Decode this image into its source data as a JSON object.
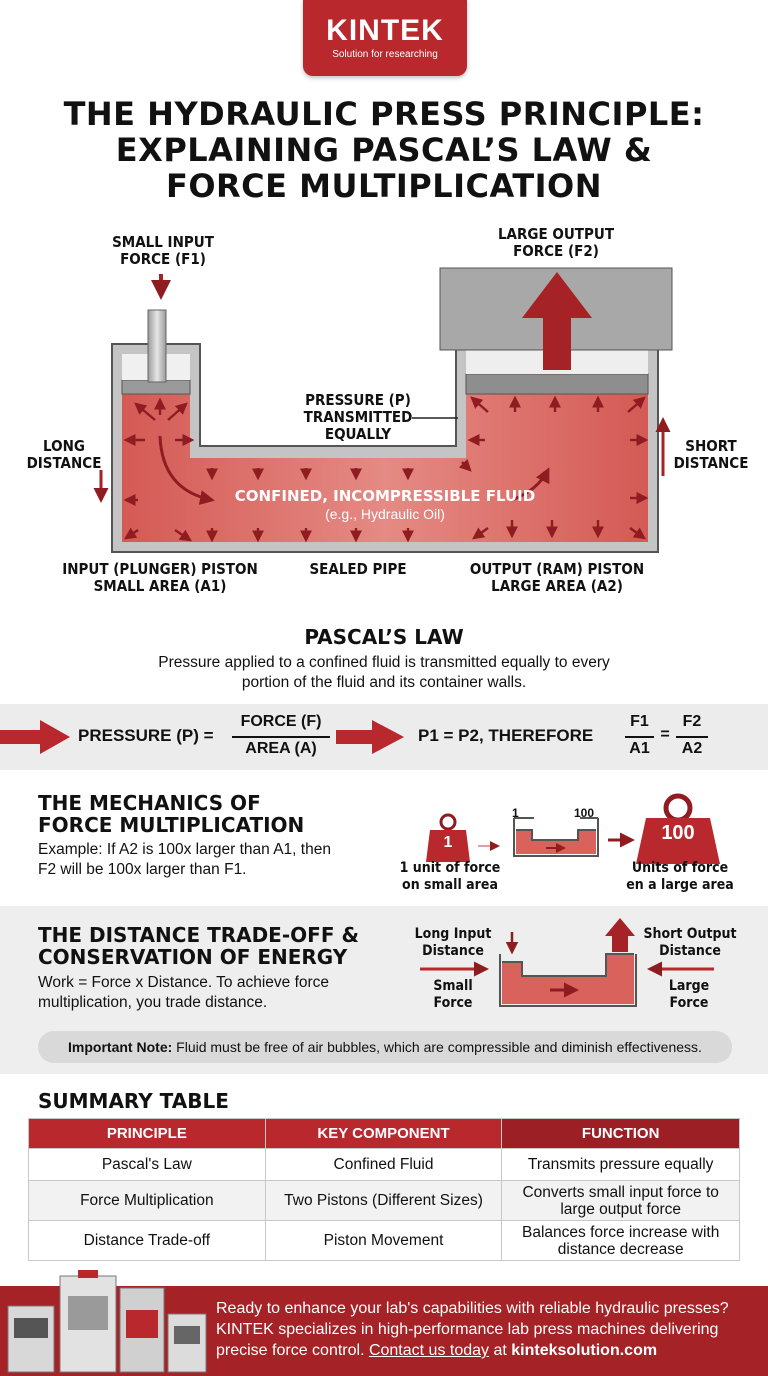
{
  "logo": {
    "brand": "KINTEK",
    "tagline": "Solution for researching"
  },
  "title_lines": [
    "THE HYDRAULIC PRESS PRINCIPLE:",
    "EXPLAINING PASCAL’S LAW &",
    "FORCE MULTIPLICATION"
  ],
  "diagram": {
    "small_input_force": "SMALL INPUT\nFORCE (F1)",
    "large_output_force": "LARGE OUTPUT\nFORCE (F2)",
    "pressure_label": "PRESSURE (P)\nTRANSMITTED\nEQUALLY",
    "long_distance": "LONG\nDISTANCE",
    "short_distance": "SHORT\nDISTANCE",
    "fluid_label": "CONFINED, INCOMPRESSIBLE FLUID",
    "fluid_sub": "(e.g., Hydraulic Oil)",
    "input_piston": "INPUT (PLUNGER) PISTON\nSMALL AREA (A1)",
    "sealed_pipe": "SEALED PIPE",
    "output_piston": "OUTPUT (RAM) PISTON\nLARGE AREA (A2)"
  },
  "pascal": {
    "heading": "PASCAL’S LAW",
    "text_line1": "Pressure applied to a confined fluid is transmitted equally to every",
    "text_line2": "portion of the fluid and its container walls."
  },
  "formula": {
    "left_label": "PRESSURE (P) =",
    "force": "FORCE (F)",
    "area": "AREA (A)",
    "right_label": "P1 = P2, THEREFORE",
    "f1": "F1",
    "a1": "A1",
    "eq": "=",
    "f2": "F2",
    "a2": "A2"
  },
  "mechanics": {
    "heading_line1": "THE MECHANICS OF",
    "heading_line2": "FORCE MULTIPLICATION",
    "text_line1": "Example: If A2 is 100x larger than A1, then",
    "text_line2": "F2 will be 100x larger than F1.",
    "weight_small": "1",
    "weight_large": "100",
    "mini_left": "1",
    "mini_right": "100",
    "caption_small": "1 unit of force\non small area",
    "caption_large": "Units of force\nen a large area"
  },
  "distance": {
    "heading_line1": "THE DISTANCE TRADE-OFF &",
    "heading_line2": "CONSERVATION OF ENERGY",
    "text_line1": "Work = Force x Distance. To achieve force",
    "text_line2": "multiplication, you trade distance.",
    "long_input": "Long Input\nDistance",
    "short_output": "Short Output\nDistance",
    "small_force": "Small\nForce",
    "large_force": "Large\nForce"
  },
  "note": {
    "bold": "Important Note:",
    "text": " Fluid must be free of air bubbles, which are compressible and diminish effectiveness."
  },
  "summary": {
    "heading": "SUMMARY TABLE",
    "columns": [
      "PRINCIPLE",
      "KEY COMPONENT",
      "FUNCTION"
    ],
    "rows": [
      [
        "Pascal's Law",
        "Confined Fluid",
        "Transmits pressure equally"
      ],
      [
        "Force Multiplication",
        "Two Pistons (Different Sizes)",
        "Converts small input force to large output force"
      ],
      [
        "Distance Trade-off",
        "Piston Movement",
        "Balances force increase with distance decrease"
      ]
    ]
  },
  "footer": {
    "line1": "Ready to enhance your lab's capabilities with reliable hydraulic presses?",
    "line2": "KINTEK specializes in high-performance lab press machines delivering",
    "line3_pre": "precise force control. ",
    "link": "Contact us today",
    "line3_mid": " at ",
    "site": "kinteksolution.com"
  },
  "colors": {
    "brand_red": "#b8282d",
    "fluid_red": "#d9625d",
    "dark_red": "#9b1f24"
  }
}
